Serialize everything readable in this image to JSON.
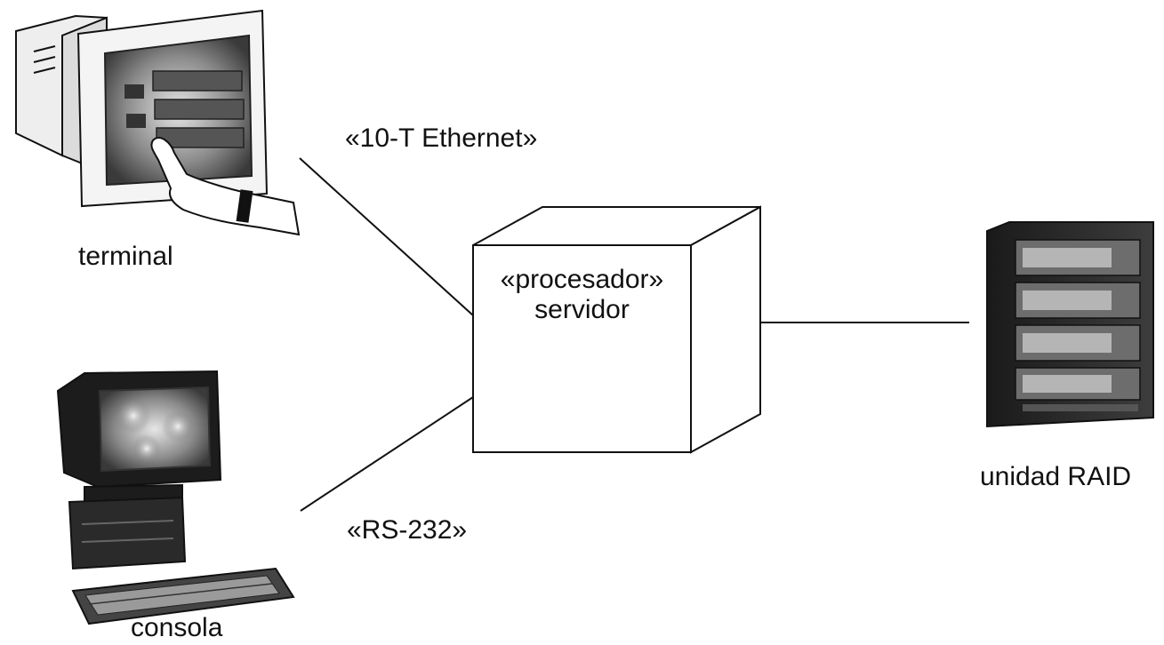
{
  "nodes": {
    "terminal": {
      "label": "terminal",
      "icon": "touchscreen-terminal-icon"
    },
    "consola": {
      "label": "consola",
      "icon": "desktop-computer-icon"
    },
    "server": {
      "stereotype": "«procesador»",
      "name": "servidor",
      "icon": "node-cube"
    },
    "raid": {
      "label": "unidad RAID",
      "icon": "raid-storage-icon"
    }
  },
  "connections": {
    "ethernet": {
      "label": "«10-T Ethernet»",
      "from": "terminal",
      "to": "servidor"
    },
    "rs232": {
      "label": "«RS-232»",
      "from": "consola",
      "to": "servidor"
    },
    "raid_link": {
      "label": "",
      "from": "servidor",
      "to": "unidad RAID"
    }
  },
  "colors": {
    "line": "#111111",
    "background": "#ffffff"
  }
}
